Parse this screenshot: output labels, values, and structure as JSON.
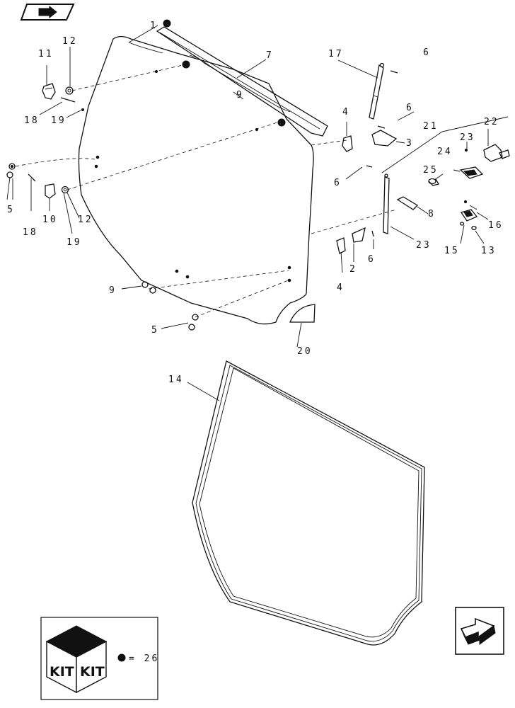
{
  "nav": {
    "back_icon": "back-arrow-icon",
    "forward_icon": "forward-arrow-icon"
  },
  "callouts": {
    "c1": "1",
    "c2": "2",
    "c3": "3",
    "c4a": "4",
    "c4b": "4",
    "c5a": "5",
    "c5b": "5",
    "c6a": "6",
    "c6b": "6",
    "c6c": "6",
    "c6d": "6",
    "c7": "7",
    "c8": "8",
    "c9a": "9",
    "c9b": "9",
    "c10": "10",
    "c11": "11",
    "c12a": "12",
    "c12b": "12",
    "c13": "13",
    "c14": "14",
    "c15": "15",
    "c16": "16",
    "c17": "17",
    "c18a": "18",
    "c18b": "18",
    "c19a": "19",
    "c19b": "19",
    "c20": "20",
    "c21": "21",
    "c22": "22",
    "c23a": "23",
    "c23b": "23",
    "c24": "24",
    "c25": "25"
  },
  "kit_legend": {
    "kit_word_left": "KIT",
    "kit_word_right": "KIT",
    "equals_text": "= 26",
    "icon": "kit-box-icon"
  }
}
